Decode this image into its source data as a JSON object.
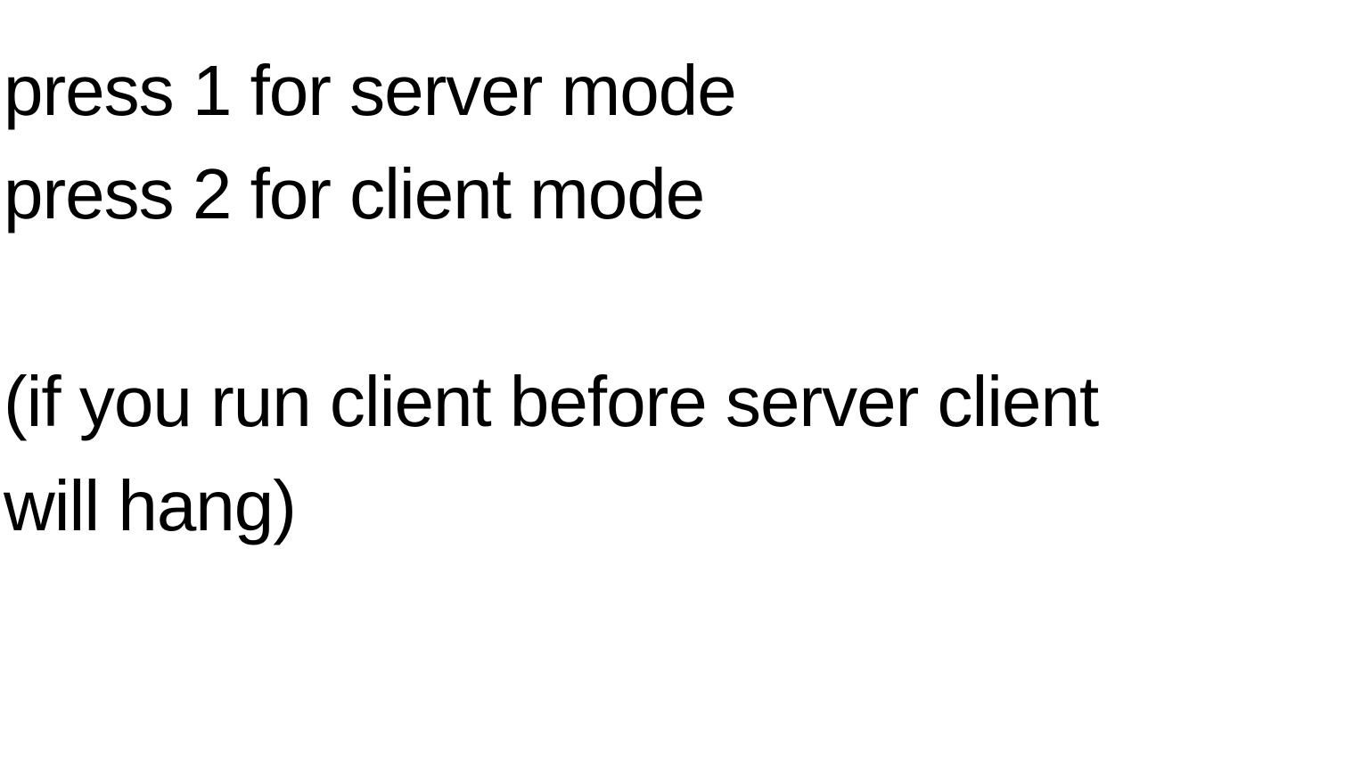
{
  "prompt": {
    "line1": "press 1 for server mode",
    "line2": "press 2 for client mode",
    "note_line1": "(if you run client before server client",
    "note_line2": "will hang)"
  }
}
